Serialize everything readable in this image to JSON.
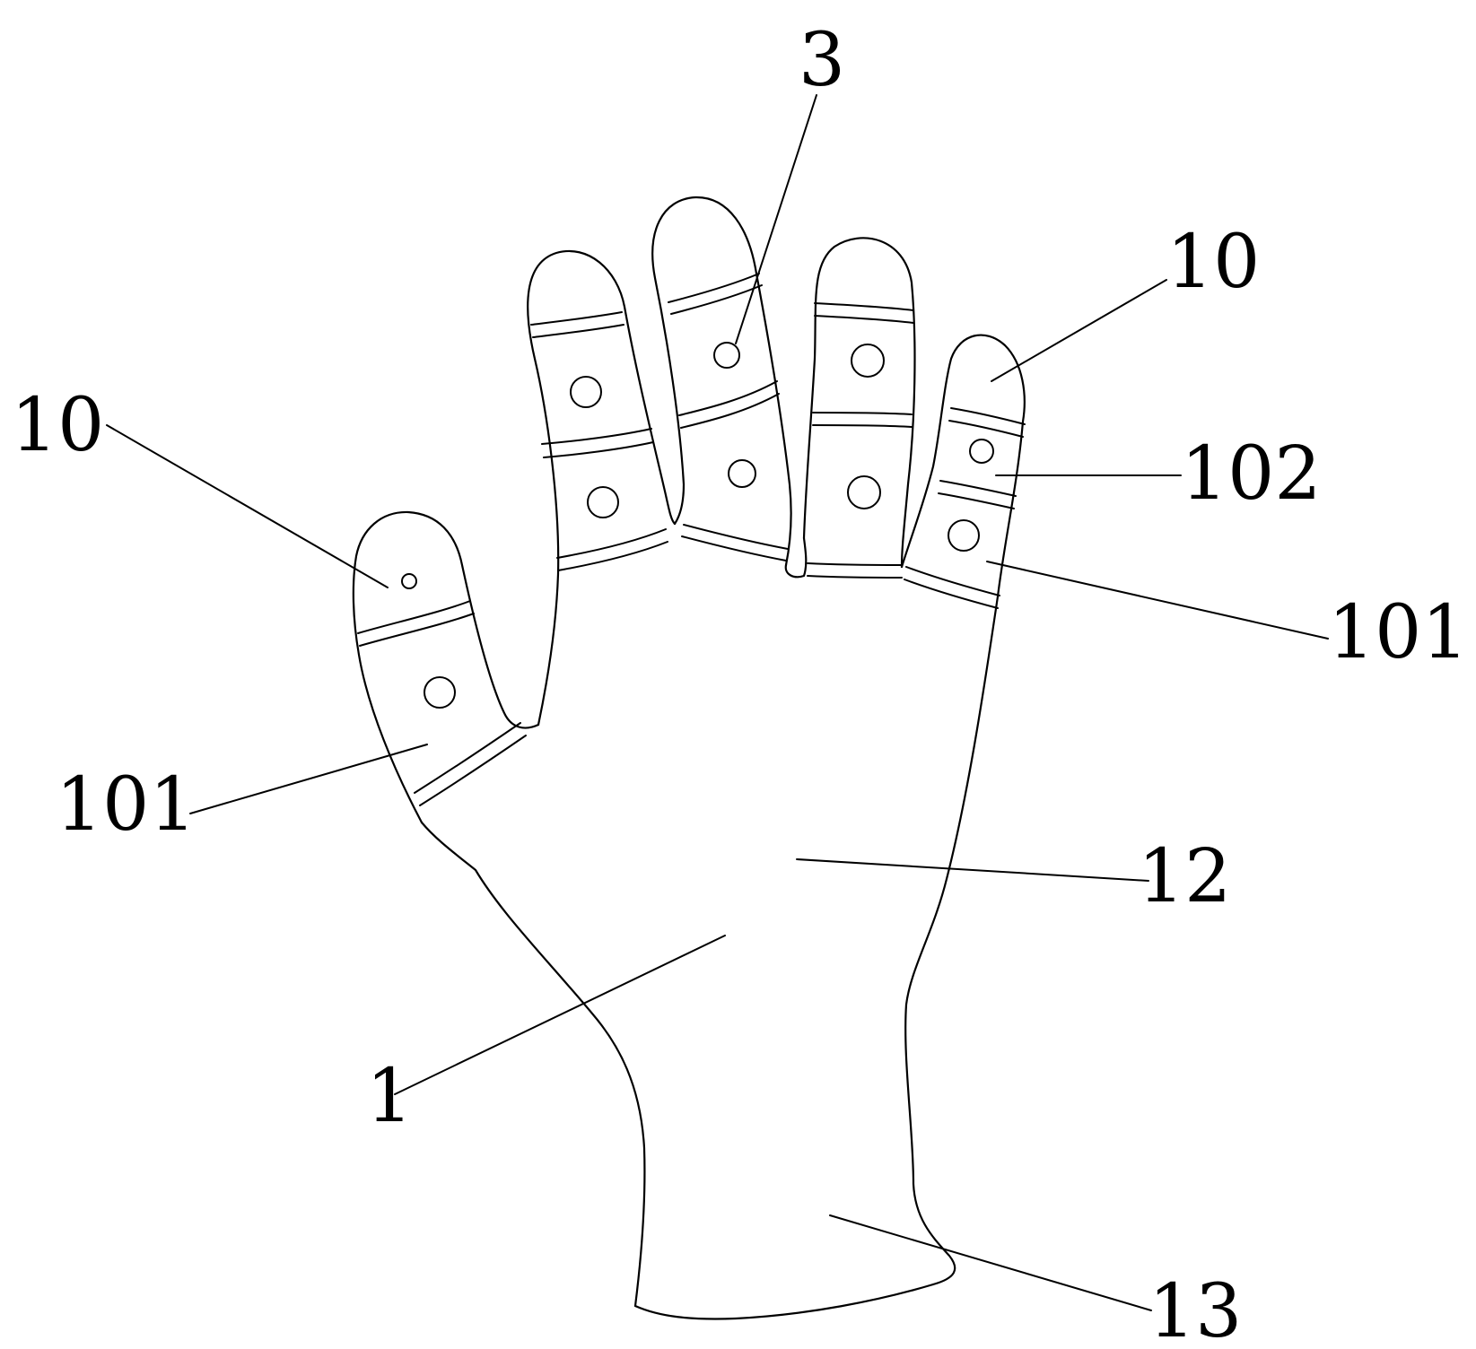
{
  "figure": {
    "stroke_color": "#000000",
    "background_color": "#ffffff",
    "labels": {
      "fingertip_left": "10",
      "fingertip_right": "10",
      "sensor_point": "3",
      "segment_upper_right": "102",
      "segment_lower_right": "101",
      "segment_lower_left": "101",
      "palm": "12",
      "glove_body": "1",
      "cuff": "13"
    }
  }
}
